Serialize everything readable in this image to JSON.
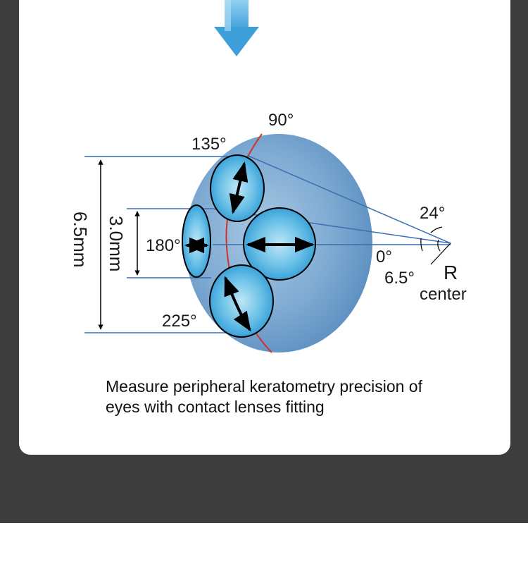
{
  "diagram": {
    "angles": {
      "a90": "90°",
      "a135": "135°",
      "a180": "180°",
      "a225": "225°",
      "a0": "0°",
      "a24": "24°",
      "a6_5": "6.5°"
    },
    "dimensions": {
      "outer": "6.5mm",
      "inner": "3.0mm"
    },
    "center_letter": "R",
    "center_label": "center"
  },
  "caption": {
    "line1": "Measure peripheral keratometry precision of",
    "line2": "eyes with contact lenses fitting"
  },
  "colors": {
    "background_dark": "#3d3d3d",
    "card": "#ffffff",
    "eye_blue": "#6f9fca",
    "line_blue": "#3a6fb0",
    "meridian_red": "#d0322b",
    "arrow_blue": "#4aa6dc"
  }
}
